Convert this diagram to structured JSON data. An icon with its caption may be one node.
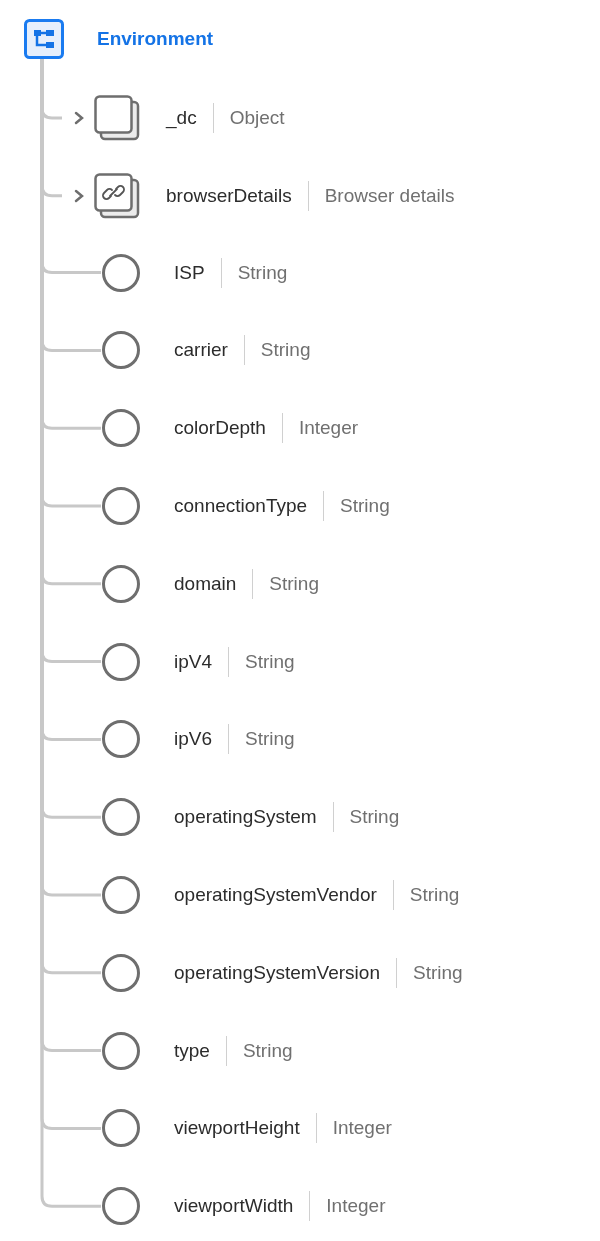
{
  "diagram": {
    "nodes": [
      {
        "text": [],
        "shape": "picture",
        "beside": [
          "Environment"
        ]
      },
      {
        "text": [],
        "shape": "box",
        "beside": [
          "_dc",
          "Object"
        ]
      },
      {
        "text": [],
        "shape": "box",
        "beside": [
          "browserDetails",
          "Browser details"
        ]
      },
      {
        "text": [],
        "shape": "circle",
        "beside": [
          "ISP",
          "String"
        ]
      },
      {
        "text": [],
        "shape": "circle",
        "beside": [
          "carrier",
          "String"
        ]
      },
      {
        "text": [],
        "shape": "circle",
        "beside": [
          "colorDepth",
          "Integer"
        ]
      },
      {
        "text": [],
        "shape": "circle",
        "beside": [
          "connectionType",
          "String"
        ]
      },
      {
        "text": [],
        "shape": "circle",
        "beside": [
          "domain",
          "String"
        ]
      },
      {
        "text": [],
        "shape": "circle",
        "beside": [
          "ipV4",
          "String"
        ]
      },
      {
        "text": [],
        "shape": "circle",
        "beside": [
          "ipV6",
          "String"
        ]
      },
      {
        "text": [],
        "shape": "circle",
        "beside": [
          "operatingSystem",
          "String"
        ]
      },
      {
        "text": [],
        "shape": "circle",
        "beside": [
          "operatingSystemVendor",
          "String"
        ]
      },
      {
        "text": [],
        "shape": "circle",
        "beside": [
          "operatingSystemVersion",
          "String"
        ]
      },
      {
        "text": [],
        "shape": "circle",
        "beside": [
          "type",
          "String"
        ]
      },
      {
        "text": [],
        "shape": "circle",
        "beside": [
          "viewportHeight",
          "Integer"
        ]
      },
      {
        "text": [],
        "shape": "circle",
        "beside": [
          "viewportWidth",
          "Integer"
        ]
      }
    ],
    "edges": [
      {
        "from": 0,
        "to": 1,
        "arrow": "none"
      },
      {
        "from": 0,
        "to": 2,
        "arrow": "none"
      },
      {
        "from": 0,
        "to": 3,
        "arrow": "none"
      },
      {
        "from": 0,
        "to": 4,
        "arrow": "none"
      },
      {
        "from": 0,
        "to": 5,
        "arrow": "none"
      },
      {
        "from": 0,
        "to": 6,
        "arrow": "none"
      },
      {
        "from": 0,
        "to": 7,
        "arrow": "none"
      },
      {
        "from": 0,
        "to": 8,
        "arrow": "none"
      },
      {
        "from": 0,
        "to": 9,
        "arrow": "none"
      },
      {
        "from": 0,
        "to": 10,
        "arrow": "none"
      },
      {
        "from": 0,
        "to": 11,
        "arrow": "none"
      },
      {
        "from": 0,
        "to": 12,
        "arrow": "none"
      },
      {
        "from": 0,
        "to": 13,
        "arrow": "none"
      },
      {
        "from": 0,
        "to": 14,
        "arrow": "none"
      },
      {
        "from": 0,
        "to": 15,
        "arrow": "none"
      }
    ]
  }
}
